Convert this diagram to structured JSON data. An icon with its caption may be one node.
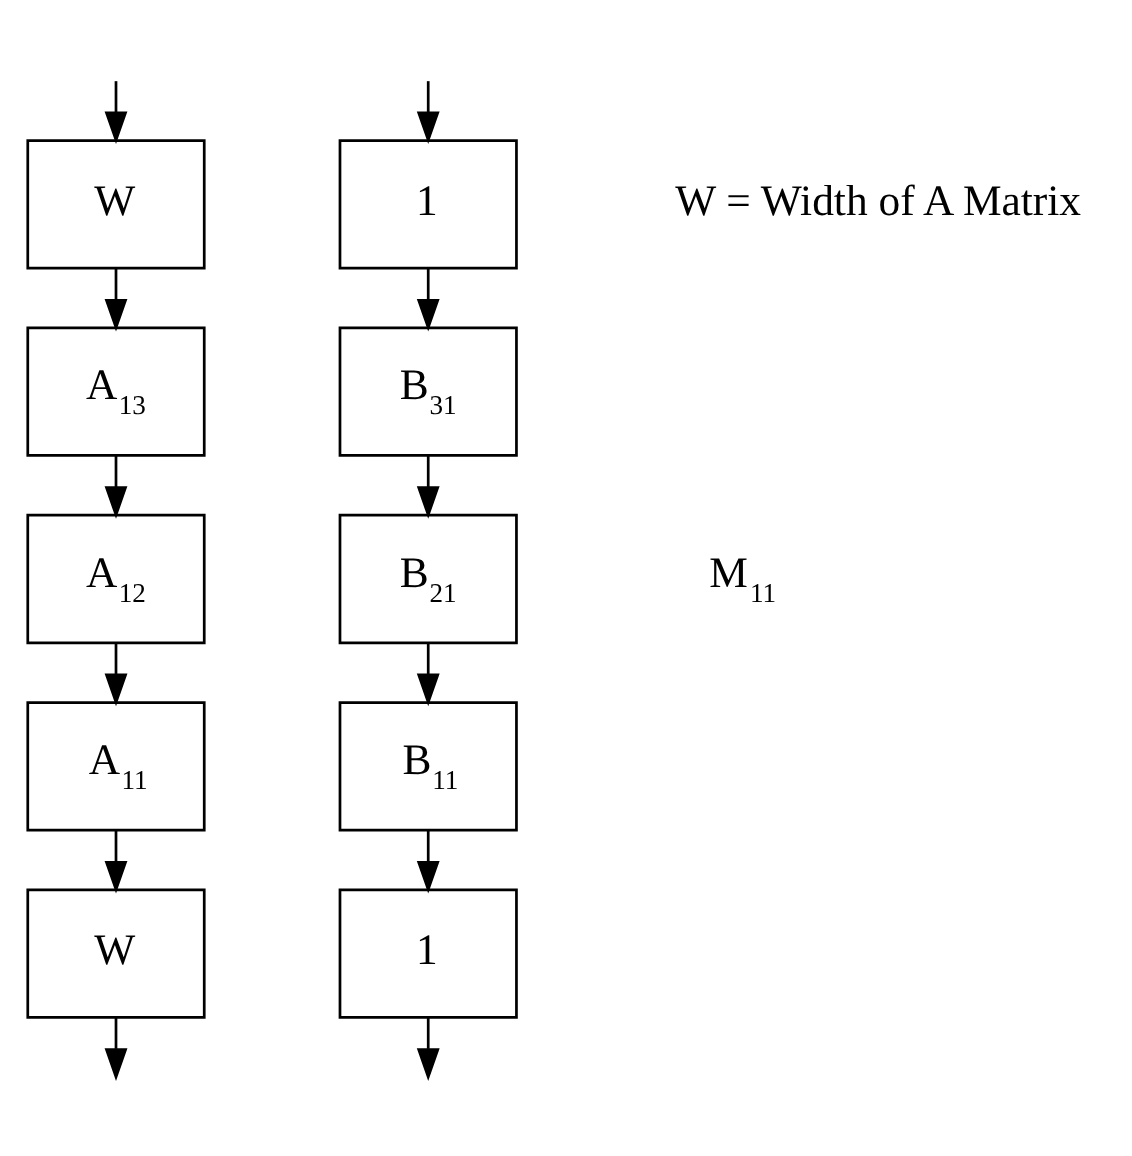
{
  "diagram": {
    "nodes": [
      {
        "text": [
          "W"
        ]
      },
      {
        "text": [
          "A$_{13}$"
        ]
      },
      {
        "text": [
          "A$_{12}$"
        ]
      },
      {
        "text": [
          "A$_{11}$"
        ]
      },
      {
        "text": [
          "W"
        ]
      },
      {
        "text": [
          "1"
        ]
      },
      {
        "text": [
          "B$_{31}$"
        ]
      },
      {
        "text": [
          "B$_{21}$"
        ]
      },
      {
        "text": [
          "B$_{11}$"
        ]
      },
      {
        "text": [
          "1"
        ]
      }
    ],
    "edges": [
      {
        "from": null,
        "to": 0,
        "arrow": "to"
      },
      {
        "from": 0,
        "to": 1,
        "arrow": "to"
      },
      {
        "from": 1,
        "to": 2,
        "arrow": "to"
      },
      {
        "from": 2,
        "to": 3,
        "arrow": "to"
      },
      {
        "from": 3,
        "to": 4,
        "arrow": "to"
      },
      {
        "from": 4,
        "to": null,
        "arrow": "to"
      },
      {
        "from": null,
        "to": 5,
        "arrow": "to"
      },
      {
        "from": 5,
        "to": 6,
        "arrow": "to"
      },
      {
        "from": 6,
        "to": 7,
        "arrow": "to"
      },
      {
        "from": 7,
        "to": 8,
        "arrow": "to"
      },
      {
        "from": 8,
        "to": 9,
        "arrow": "to"
      },
      {
        "from": 9,
        "to": null,
        "arrow": "to"
      }
    ],
    "labels": [
      "W = Width of A Matrix",
      "M$_{11}$"
    ]
  }
}
